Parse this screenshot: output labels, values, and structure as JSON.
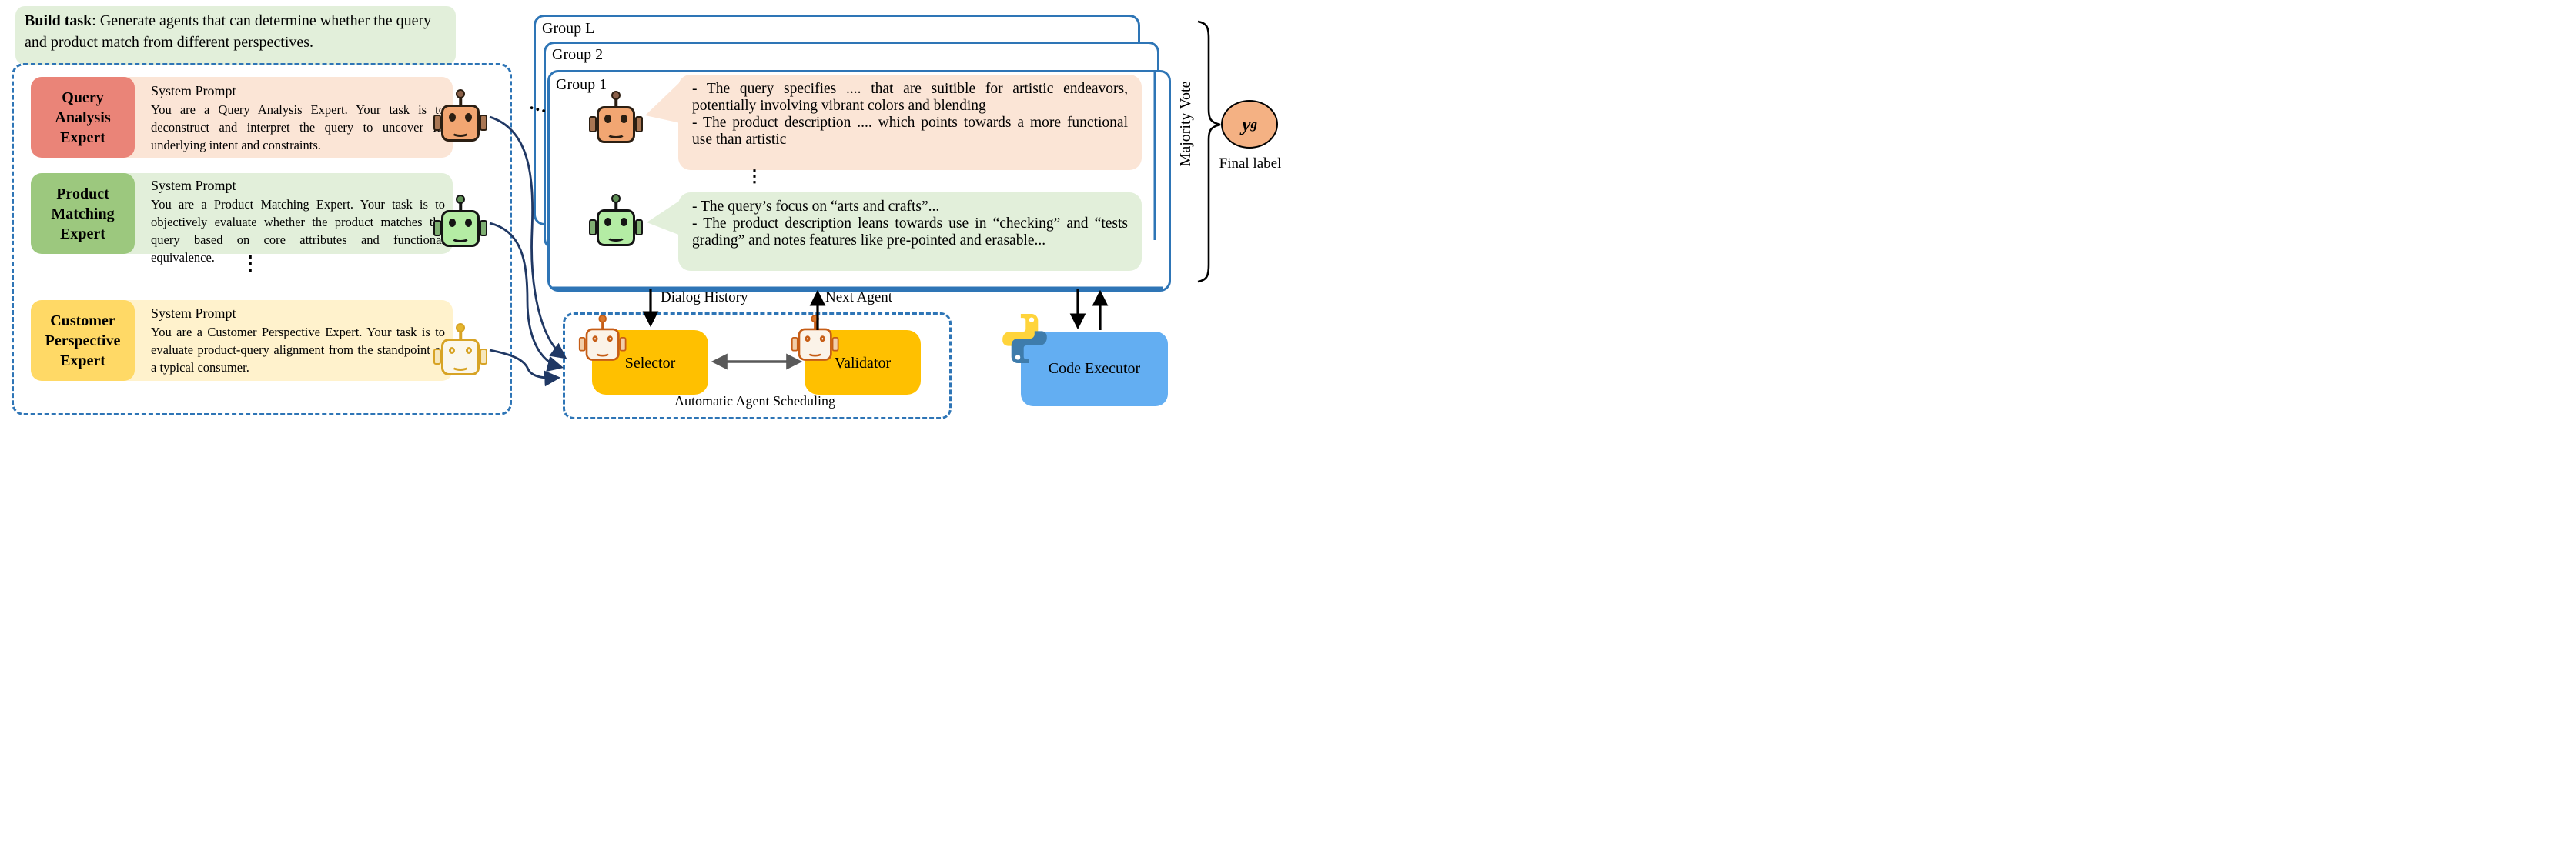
{
  "build_task": {
    "prefix": "Build task",
    "text": ": Generate agents that can determine whether the query and product match from different perspectives."
  },
  "experts": [
    {
      "label": "Query Analysis Expert",
      "heading": "System Prompt",
      "prompt": "You are a Query Analysis Expert. Your task is to deconstruct and interpret the query to uncover its underlying intent and constraints."
    },
    {
      "label": "Product Matching Expert",
      "heading": "System Prompt",
      "prompt": "You are a Product Matching Expert. Your task is to objectively evaluate whether the product matches the query based on core attributes and functional equivalence."
    },
    {
      "label": "Customer Perspective Expert",
      "heading": "System Prompt",
      "prompt": "You are a Customer Perspective Expert. Your task is to evaluate product-query alignment from the standpoint of a typical consumer."
    }
  ],
  "groups": {
    "back": "Group L",
    "middle": "Group 2",
    "front": "Group 1"
  },
  "bubbles": [
    {
      "tone": "orange",
      "lines": [
        "- The query specifies .... that are suitible for artistic endeavors, potentially involving vibrant colors and blending",
        "- The product description .... which points towards a more functional use than artistic"
      ]
    },
    {
      "tone": "green",
      "lines": [
        "- The query’s focus on “arts and crafts”...",
        "- The product description leans towards use in “checking” and “tests grading” and notes features like pre-pointed and erasable..."
      ]
    }
  ],
  "vote": {
    "label": "Majority Vote"
  },
  "final": {
    "symbol": "y",
    "superscript": "g",
    "caption": "Final label"
  },
  "arrows": {
    "dialog_history": "Dialog History",
    "next_agent": "Next Agent"
  },
  "scheduling": {
    "selector": "Selector",
    "validator": "Validator",
    "caption": "Automatic Agent Scheduling"
  },
  "code_executor": {
    "label": "Code Executor"
  },
  "ellipsis": {
    "experts": "⋮",
    "bubbles": "⋮",
    "groups": "···"
  },
  "colors": {
    "panel_border": "#2E75B6",
    "group_border": "#2E75B6",
    "query_label": "#EA8478",
    "query_bg": "#FBE5D6",
    "product_label": "#9CC87E",
    "product_bg": "#E2EFDA",
    "customer_label": "#FFD966",
    "customer_bg": "#FFF2CC",
    "build_bg": "#E2EFDA",
    "amber": "#FFC000",
    "executor_blue": "#63AEF2",
    "final_circle": "#F4B183",
    "arrow_navy": "#203864"
  }
}
